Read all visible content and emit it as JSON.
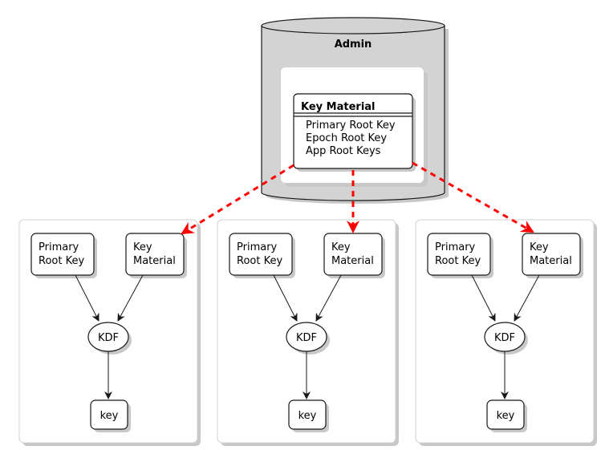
{
  "admin": {
    "title": "Admin",
    "key_material": {
      "title": "Key Material",
      "items": [
        "Primary Root Key",
        "Epoch Root Key",
        "App Root Keys"
      ]
    }
  },
  "panels": [
    {
      "primary_line1": "Primary",
      "primary_line2": "Root Key",
      "material_line1": "Key",
      "material_line2": "Material",
      "kdf": "KDF",
      "key": "key"
    },
    {
      "primary_line1": "Primary",
      "primary_line2": "Root Key",
      "material_line1": "Key",
      "material_line2": "Material",
      "kdf": "KDF",
      "key": "key"
    },
    {
      "primary_line1": "Primary",
      "primary_line2": "Root Key",
      "material_line1": "Key",
      "material_line2": "Material",
      "kdf": "KDF",
      "key": "key"
    }
  ],
  "colors": {
    "admin_fill": "#d3d3d3",
    "link_red": "#ff0000",
    "line": "#181818"
  }
}
